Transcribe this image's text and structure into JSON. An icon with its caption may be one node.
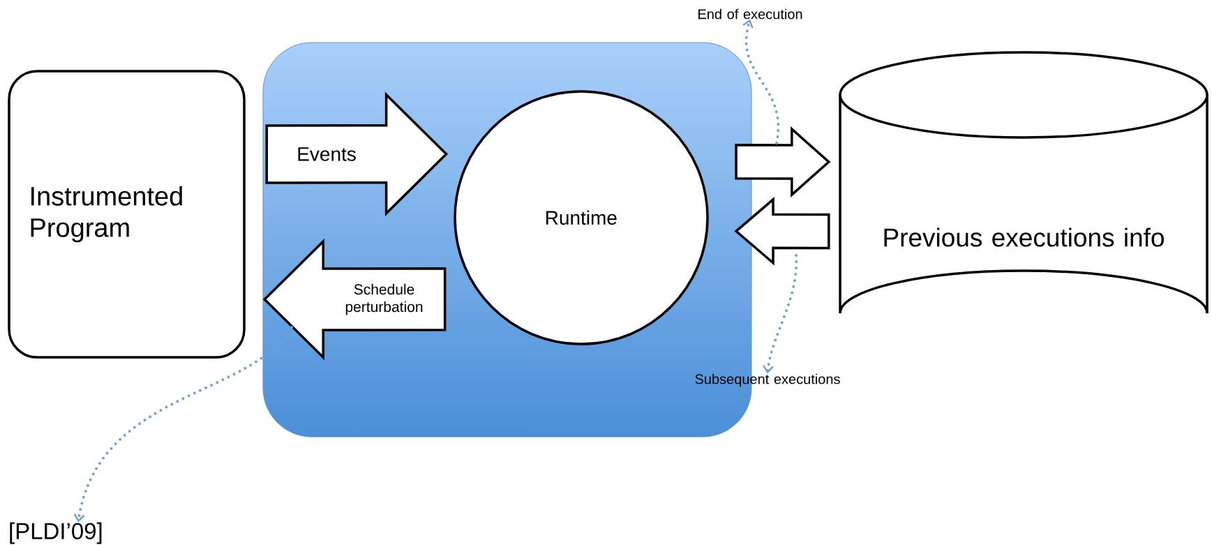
{
  "diagram": {
    "nodes": [
      {
        "text": [
          "Instrumented Program"
        ]
      },
      {
        "text": [],
        "shape": "box"
      },
      {
        "text": [
          "Runtime"
        ],
        "in": 1
      },
      {
        "text": [
          "Previous executions info"
        ]
      },
      {
        "text": [
          "End of execution"
        ]
      },
      {
        "text": [
          "Subsequent executions"
        ]
      },
      {
        "text": [
          "[PLDI’09]"
        ]
      }
    ],
    "edges": [
      {
        "from": 0,
        "to": 2,
        "arrow": "to",
        "label": "Events"
      },
      {
        "from": 2,
        "to": 0,
        "arrow": "to",
        "label": "Schedule perturbation"
      },
      {
        "from": 2,
        "to": 3,
        "arrow": "to"
      },
      {
        "from": 3,
        "to": 2,
        "arrow": "to"
      },
      {
        "from": null,
        "to": 4,
        "arrow": "to",
        "style": "dashed"
      },
      {
        "from": null,
        "to": 5,
        "arrow": "to",
        "style": "dashed"
      },
      {
        "from": null,
        "to": 6,
        "arrow": "to",
        "style": "dashed"
      }
    ]
  }
}
